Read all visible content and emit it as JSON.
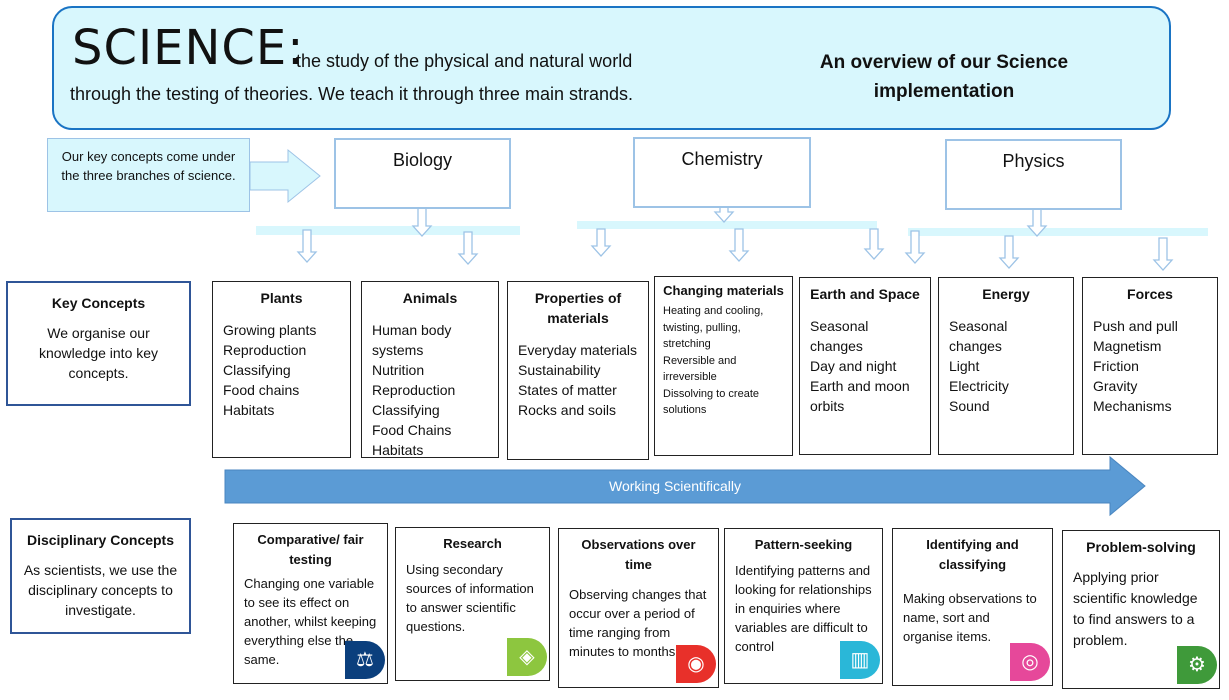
{
  "header": {
    "title": "SCIENCE:",
    "subtitle_line1": "the study of the physical and natural world",
    "subtitle_line2": "through the testing of theories. We teach it through three main strands.",
    "overview": "An overview of our Science implementation"
  },
  "callout": "Our key concepts come under the three branches of science.",
  "branches": [
    "Biology",
    "Chemistry",
    "Physics"
  ],
  "key_concepts": {
    "title": "Key Concepts",
    "text": "We organise our knowledge into key concepts."
  },
  "concepts": [
    {
      "title": "Plants",
      "items": "Growing plants\nReproduction\nClassifying\nFood chains\nHabitats"
    },
    {
      "title": "Animals",
      "items": "Human body systems\nNutrition\nReproduction\nClassifying\nFood Chains\nHabitats"
    },
    {
      "title": "Properties of materials",
      "items": "Everyday materials\nSustainability\nStates of matter\nRocks and soils"
    },
    {
      "title": "Changing materials",
      "items": "Heating and cooling, twisting, pulling, stretching\nReversible and irreversible\nDissolving to create solutions"
    },
    {
      "title": "Earth and Space",
      "items": "Seasonal changes\nDay and night\nEarth and moon orbits"
    },
    {
      "title": "Energy",
      "items": "Seasonal changes\nLight\nElectricity\nSound"
    },
    {
      "title": "Forces",
      "items": "Push and pull\nMagnetism\nFriction\nGravity\nMechanisms"
    }
  ],
  "working_scientifically": "Working Scientifically",
  "disciplinary": {
    "title": "Disciplinary Concepts",
    "text": "As scientists, we use the disciplinary concepts to investigate."
  },
  "disciplines": [
    {
      "title": "Comparative/ fair testing",
      "text": "Changing one variable to see its effect on another, whilst keeping everything else the same.",
      "icon": "scales-icon",
      "color": "#0b3f7d"
    },
    {
      "title": "Research",
      "text": "Using secondary sources of information to answer scientific questions.",
      "icon": "book-icon",
      "color": "#8dc63f"
    },
    {
      "title": "Observations over time",
      "text": "Observing changes that occur over a period of time ranging from minutes to months.",
      "icon": "eye-icon",
      "color": "#e8302a"
    },
    {
      "title": "Pattern-seeking",
      "text": "Identifying patterns and looking for relationships in enquiries where variables are difficult to control",
      "icon": "bar-chart-icon",
      "color": "#2ab7d8"
    },
    {
      "title": "Identifying and classifying",
      "text": "Making observations to name, sort and organise items.",
      "icon": "overlap-circles-icon",
      "color": "#e6489a"
    },
    {
      "title": "Problem-solving",
      "text": "Applying prior scientific knowledge to find answers to a problem.",
      "icon": "head-gears-icon",
      "color": "#3f9a3a"
    }
  ],
  "colors": {
    "header_fill": "#d8f7fd",
    "header_border": "#1a74c4",
    "arrow": "#5b9bd5",
    "box_border": "#2f5597"
  }
}
